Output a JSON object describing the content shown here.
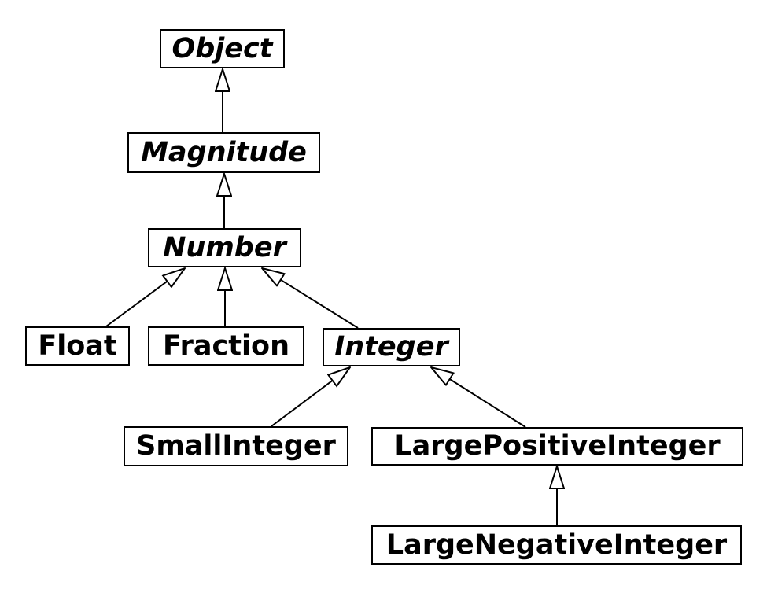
{
  "diagram": {
    "type": "class-hierarchy",
    "nodes": [
      {
        "id": "object",
        "label": "Object",
        "italic": true
      },
      {
        "id": "magnitude",
        "label": "Magnitude",
        "italic": true
      },
      {
        "id": "number",
        "label": "Number",
        "italic": true
      },
      {
        "id": "float",
        "label": "Float",
        "italic": false
      },
      {
        "id": "fraction",
        "label": "Fraction",
        "italic": false
      },
      {
        "id": "integer",
        "label": "Integer",
        "italic": true
      },
      {
        "id": "smallinteger",
        "label": "SmallInteger",
        "italic": false
      },
      {
        "id": "largepositiveinteger",
        "label": "LargePositiveInteger",
        "italic": false
      },
      {
        "id": "largenegativeinteger",
        "label": "LargeNegativeInteger",
        "italic": false
      }
    ],
    "edges": [
      {
        "from": "Magnitude",
        "to": "Object",
        "style": "hollow-triangle"
      },
      {
        "from": "Number",
        "to": "Magnitude",
        "style": "hollow-triangle"
      },
      {
        "from": "Float",
        "to": "Number",
        "style": "hollow-triangle"
      },
      {
        "from": "Fraction",
        "to": "Number",
        "style": "hollow-triangle"
      },
      {
        "from": "Integer",
        "to": "Number",
        "style": "hollow-triangle"
      },
      {
        "from": "SmallInteger",
        "to": "Integer",
        "style": "hollow-triangle"
      },
      {
        "from": "LargePositiveInteger",
        "to": "Integer",
        "style": "hollow-triangle"
      },
      {
        "from": "LargeNegativeInteger",
        "to": "LargePositiveInteger",
        "style": "hollow-triangle"
      }
    ],
    "colors": {
      "background": "#ffffff",
      "box_fill": "#ffffff",
      "box_border": "#000000",
      "text": "#000000",
      "edge": "#000000",
      "arrowhead_fill": "#ffffff"
    }
  }
}
